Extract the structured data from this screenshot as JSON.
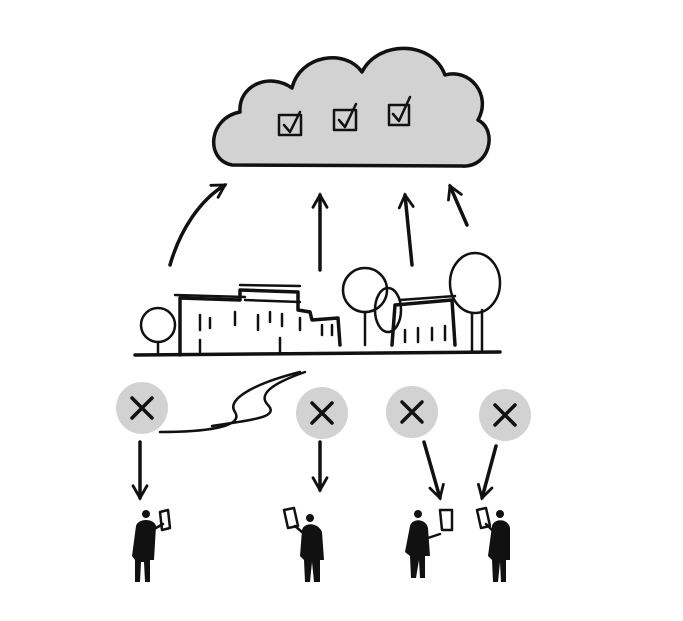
{
  "colors": {
    "ink": "#111111",
    "fill_gray": "#d2d2d2",
    "background": "#ffffff"
  },
  "diagram": {
    "cloud_checkbox_count": 3,
    "upward_arrow_count": 4,
    "blocked_node_count": 4,
    "person_count": 4
  }
}
